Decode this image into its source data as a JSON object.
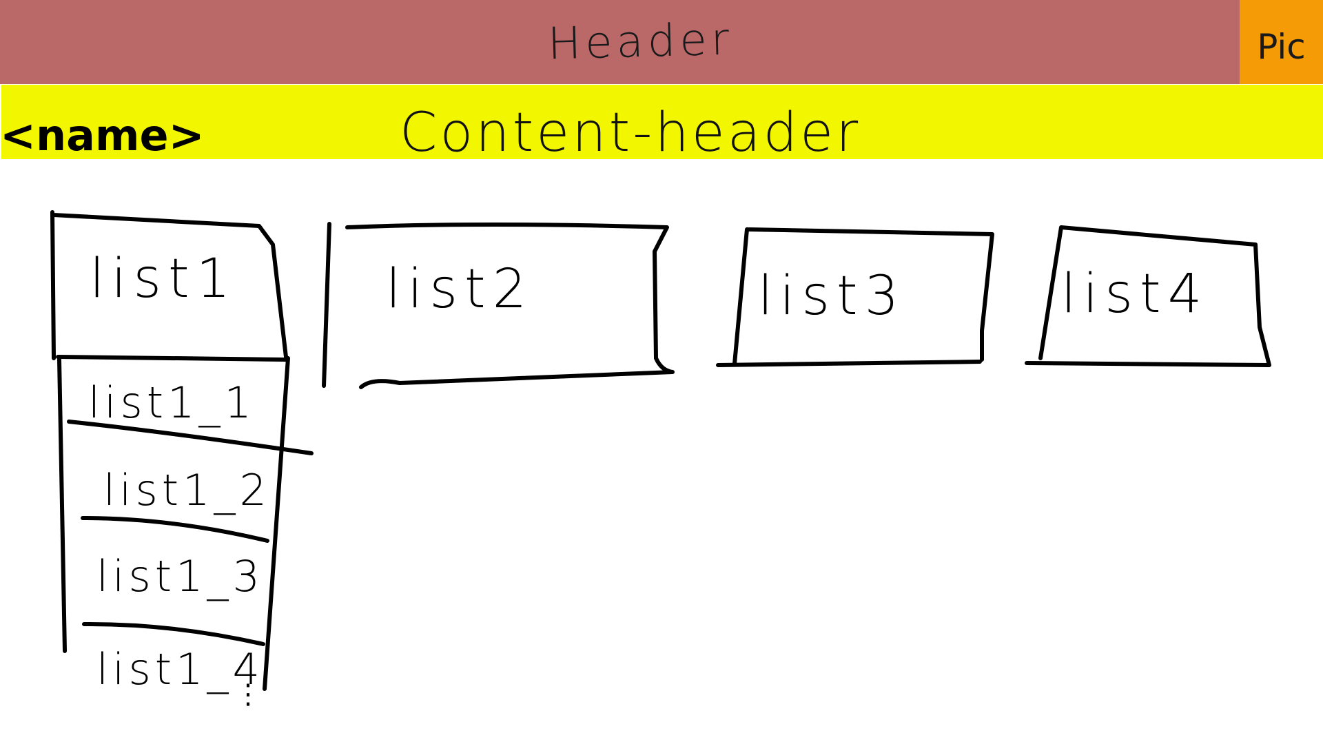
{
  "header": {
    "title": "Header",
    "pic_label": "Pic",
    "bg_color": "#bb6868",
    "pic_color": "#f59b06"
  },
  "content_header": {
    "name_label": "<name>",
    "title": "Content-header",
    "bg_color": "#f2f700"
  },
  "lists": [
    {
      "label": "list1",
      "items": [
        "list1_1",
        "list1_2",
        "list1_3",
        "list1_4"
      ],
      "more": "⋮"
    },
    {
      "label": "list2"
    },
    {
      "label": "list3"
    },
    {
      "label": "list4"
    }
  ]
}
